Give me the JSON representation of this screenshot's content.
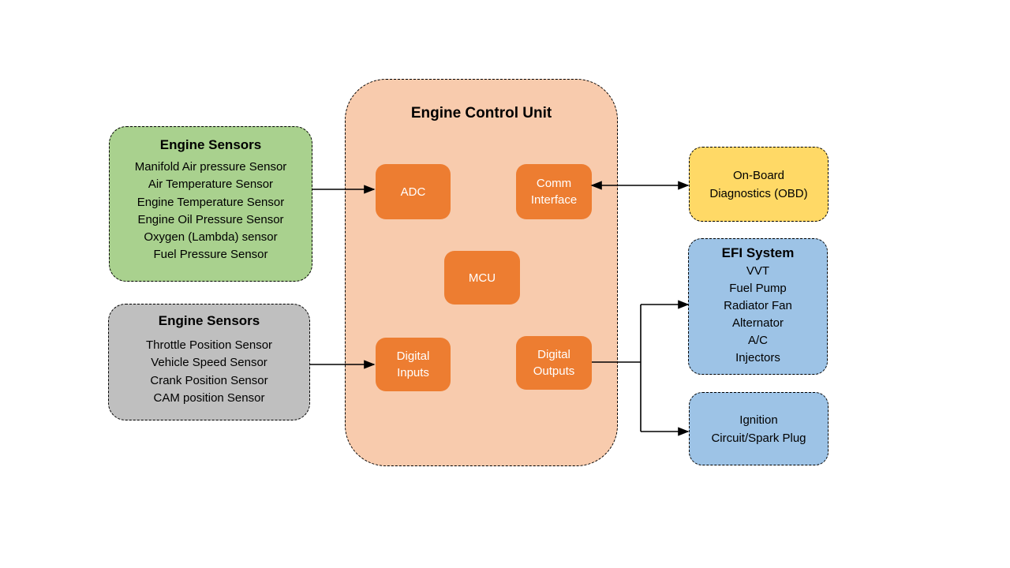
{
  "colors": {
    "analog_sensors_fill": "#A9D18E",
    "digital_sensors_fill": "#BFBFBF",
    "ecu_fill": "#F8CBAD",
    "ecu_block_fill": "#ED7D31",
    "ecu_block_text": "#FFFFFF",
    "obd_fill": "#FFD966",
    "efi_fill": "#9DC3E6",
    "ignition_fill": "#9DC3E6",
    "border": "#000000",
    "arrow": "#000000"
  },
  "nodes": {
    "analog_sensors": {
      "title": "Engine Sensors",
      "items": [
        "Manifold Air pressure Sensor",
        "Air Temperature Sensor",
        "Engine Temperature Sensor",
        "Engine Oil Pressure Sensor",
        "Oxygen (Lambda) sensor",
        "Fuel Pressure Sensor"
      ]
    },
    "digital_sensors": {
      "title": "Engine Sensors",
      "items": [
        "Throttle Position Sensor",
        "Vehicle Speed Sensor",
        "Crank Position Sensor",
        "CAM position Sensor"
      ]
    },
    "ecu": {
      "title": "Engine Control Unit",
      "blocks": {
        "adc": "ADC",
        "comm_interface": "Comm\nInterface",
        "mcu": "MCU",
        "digital_inputs": "Digital\nInputs",
        "digital_outputs": "Digital\nOutputs"
      }
    },
    "obd": {
      "label": "On-Board\nDiagnostics (OBD)"
    },
    "efi": {
      "title": "EFI System",
      "items": [
        "VVT",
        "Fuel Pump",
        "Radiator Fan",
        "Alternator",
        "A/C",
        "Injectors"
      ]
    },
    "ignition": {
      "label": "Ignition\nCircuit/Spark Plug"
    }
  }
}
